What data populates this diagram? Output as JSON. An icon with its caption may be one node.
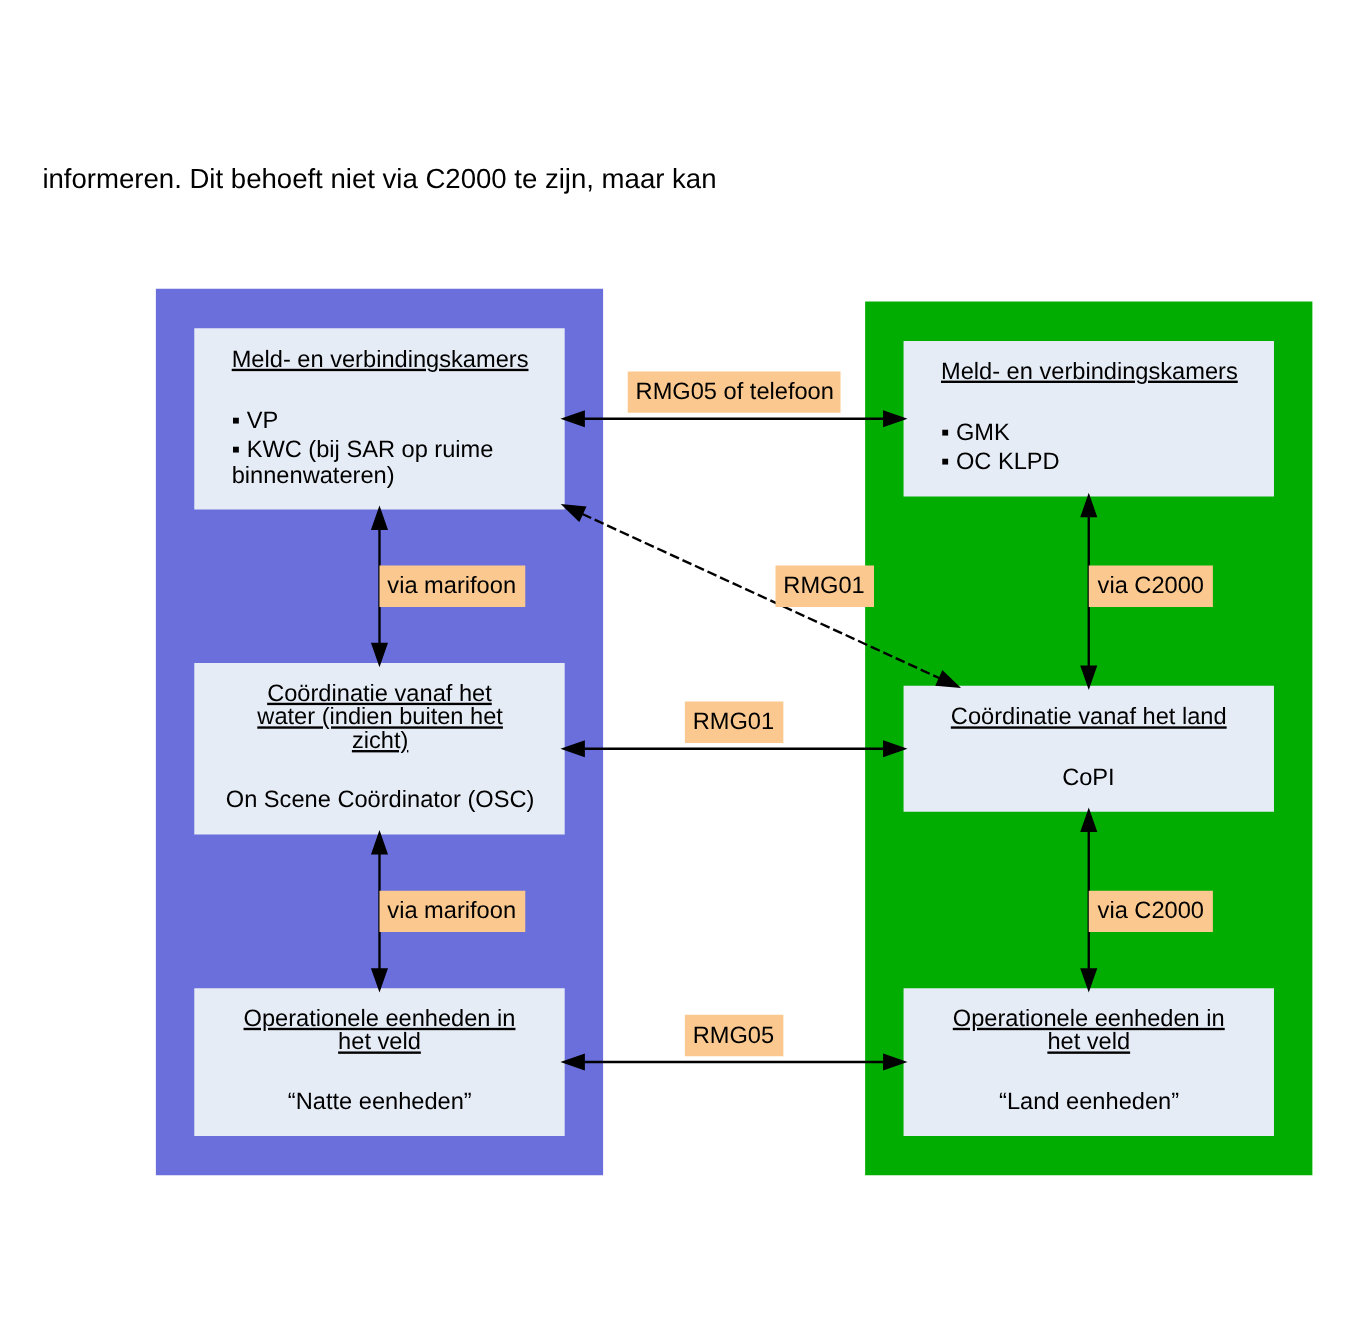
{
  "diagram": {
    "nodes": [
      {
        "text": [],
        "shape": "box"
      },
      {
        "text": [],
        "shape": "box"
      },
      {
        "text": [
          "Meld- en verbindingskamers",
          "▪ VP",
          "▪ KWC (bij SAR op ruime binnenwateren)"
        ],
        "in": 0
      },
      {
        "text": [
          "Meld- en verbindingskamers",
          "▪ GMK",
          "▪ OC KLPD"
        ],
        "in": 1
      },
      {
        "text": [
          "Coördinatie vanaf het water (indien buiten het zicht)",
          "On Scene Coördinator (OSC)"
        ],
        "in": 0
      },
      {
        "text": [
          "Coördinatie vanaf het land",
          "CoPI"
        ],
        "in": 1
      },
      {
        "text": [
          "Operationele eenheden in het veld",
          "“Natte eenheden”"
        ],
        "in": 0
      },
      {
        "text": [
          "Operationele eenheden in het veld",
          "“Land eenheden”"
        ],
        "in": 1
      }
    ],
    "edges": [
      {
        "from": 2,
        "to": 3,
        "arrow": "both",
        "label": "RMG05 of telefoon"
      },
      {
        "from": 2,
        "to": 4,
        "arrow": "both",
        "label": "via marifoon"
      },
      {
        "from": 2,
        "to": 5,
        "arrow": "both",
        "label": "RMG01",
        "style": "dashed"
      },
      {
        "from": 3,
        "to": 5,
        "arrow": "both",
        "label": "via C2000"
      },
      {
        "from": 4,
        "to": 5,
        "arrow": "both",
        "label": "RMG01"
      },
      {
        "from": 4,
        "to": 6,
        "arrow": "both",
        "label": "via marifoon"
      },
      {
        "from": 5,
        "to": 7,
        "arrow": "both",
        "label": "via C2000"
      },
      {
        "from": 6,
        "to": 7,
        "arrow": "both",
        "label": "RMG05"
      }
    ],
    "labels": [
      "informeren. Dit behoeft niet via C2000 te zijn, maar kan"
    ]
  }
}
